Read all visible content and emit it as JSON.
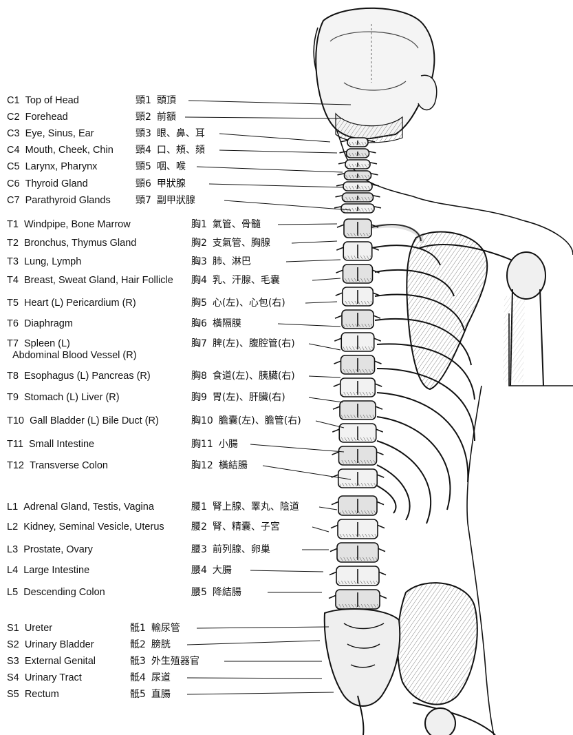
{
  "vertebrae": [
    {
      "en_code": "C1",
      "en_label": "Top of Head",
      "cn_code": "頸1",
      "cn_label": "頭頂"
    },
    {
      "en_code": "C2",
      "en_label": "Forehead",
      "cn_code": "頸2",
      "cn_label": "前額"
    },
    {
      "en_code": "C3",
      "en_label": "Eye, Sinus, Ear",
      "cn_code": "頸3",
      "cn_label": "眼、鼻、耳"
    },
    {
      "en_code": "C4",
      "en_label": "Mouth, Cheek, Chin",
      "cn_code": "頸4",
      "cn_label": "口、頰、頦"
    },
    {
      "en_code": "C5",
      "en_label": "Larynx, Pharynx",
      "cn_code": "頸5",
      "cn_label": "咽、喉"
    },
    {
      "en_code": "C6",
      "en_label": "Thyroid Gland",
      "cn_code": "頸6",
      "cn_label": "甲狀腺"
    },
    {
      "en_code": "C7",
      "en_label": "Parathyroid Glands",
      "cn_code": "頸7",
      "cn_label": "副甲狀腺"
    },
    {
      "en_code": "T1",
      "en_label": "Windpipe, Bone Marrow",
      "cn_code": "胸1",
      "cn_label": "氣管、骨髓"
    },
    {
      "en_code": "T2",
      "en_label": "Bronchus, Thymus Gland",
      "cn_code": "胸2",
      "cn_label": "支氣管、胸腺"
    },
    {
      "en_code": "T3",
      "en_label": "Lung, Lymph",
      "cn_code": "胸3",
      "cn_label": "肺、淋巴"
    },
    {
      "en_code": "T4",
      "en_label": "Breast, Sweat Gland, Hair Follicle",
      "cn_code": "胸4",
      "cn_label": "乳、汗腺、毛囊"
    },
    {
      "en_code": "T5",
      "en_label": "Heart (L) Pericardium (R)",
      "cn_code": "胸5",
      "cn_label": "心(左)、心包(右)"
    },
    {
      "en_code": "T6",
      "en_label": "Diaphragm",
      "cn_code": "胸6",
      "cn_label": "橫隔膜"
    },
    {
      "en_code": "T7",
      "en_label": "Spleen (L)",
      "en_label2": "Abdominal Blood Vessel (R)",
      "cn_code": "胸7",
      "cn_label": "脾(左)、腹腔管(右)"
    },
    {
      "en_code": "T8",
      "en_label": "Esophagus (L) Pancreas (R)",
      "cn_code": "胸8",
      "cn_label": "食道(左)、胰臟(右)"
    },
    {
      "en_code": "T9",
      "en_label": "Stomach (L) Liver (R)",
      "cn_code": "胸9",
      "cn_label": "胃(左)、肝臟(右)"
    },
    {
      "en_code": "T10",
      "en_label": "Gall Bladder (L) Bile Duct (R)",
      "cn_code": "胸10",
      "cn_label": "膽囊(左)、膽管(右)"
    },
    {
      "en_code": "T11",
      "en_label": "Small Intestine",
      "cn_code": "胸11",
      "cn_label": "小腸"
    },
    {
      "en_code": "T12",
      "en_label": "Transverse Colon",
      "cn_code": "胸12",
      "cn_label": "橫結腸"
    },
    {
      "en_code": "L1",
      "en_label": "Adrenal Gland, Testis, Vagina",
      "cn_code": "腰1",
      "cn_label": "腎上腺、睪丸、陰道"
    },
    {
      "en_code": "L2",
      "en_label": "Kidney, Seminal Vesicle, Uterus",
      "cn_code": "腰2",
      "cn_label": "腎、精囊、子宮"
    },
    {
      "en_code": "L3",
      "en_label": "Prostate, Ovary",
      "cn_code": "腰3",
      "cn_label": "前列腺、卵巢"
    },
    {
      "en_code": "L4",
      "en_label": "Large Intestine",
      "cn_code": "腰4",
      "cn_label": "大腸"
    },
    {
      "en_code": "L5",
      "en_label": "Descending Colon",
      "cn_code": "腰5",
      "cn_label": "降結腸"
    },
    {
      "en_code": "S1",
      "en_label": "Ureter",
      "cn_code": "骶1",
      "cn_label": "輸尿管"
    },
    {
      "en_code": "S2",
      "en_label": "Urinary Bladder",
      "cn_code": "骶2",
      "cn_label": "膀胱"
    },
    {
      "en_code": "S3",
      "en_label": "External Genital",
      "cn_code": "骶3",
      "cn_label": "外生殖器官"
    },
    {
      "en_code": "S4",
      "en_label": "Urinary Tract",
      "cn_code": "骶4",
      "cn_label": "尿道"
    },
    {
      "en_code": "S5",
      "en_label": "Rectum",
      "cn_code": "骶5",
      "cn_label": "直腸"
    }
  ],
  "colors": {
    "ink": "#111111",
    "bone": "#e8e8e8",
    "shade": "#9a9a9a"
  }
}
